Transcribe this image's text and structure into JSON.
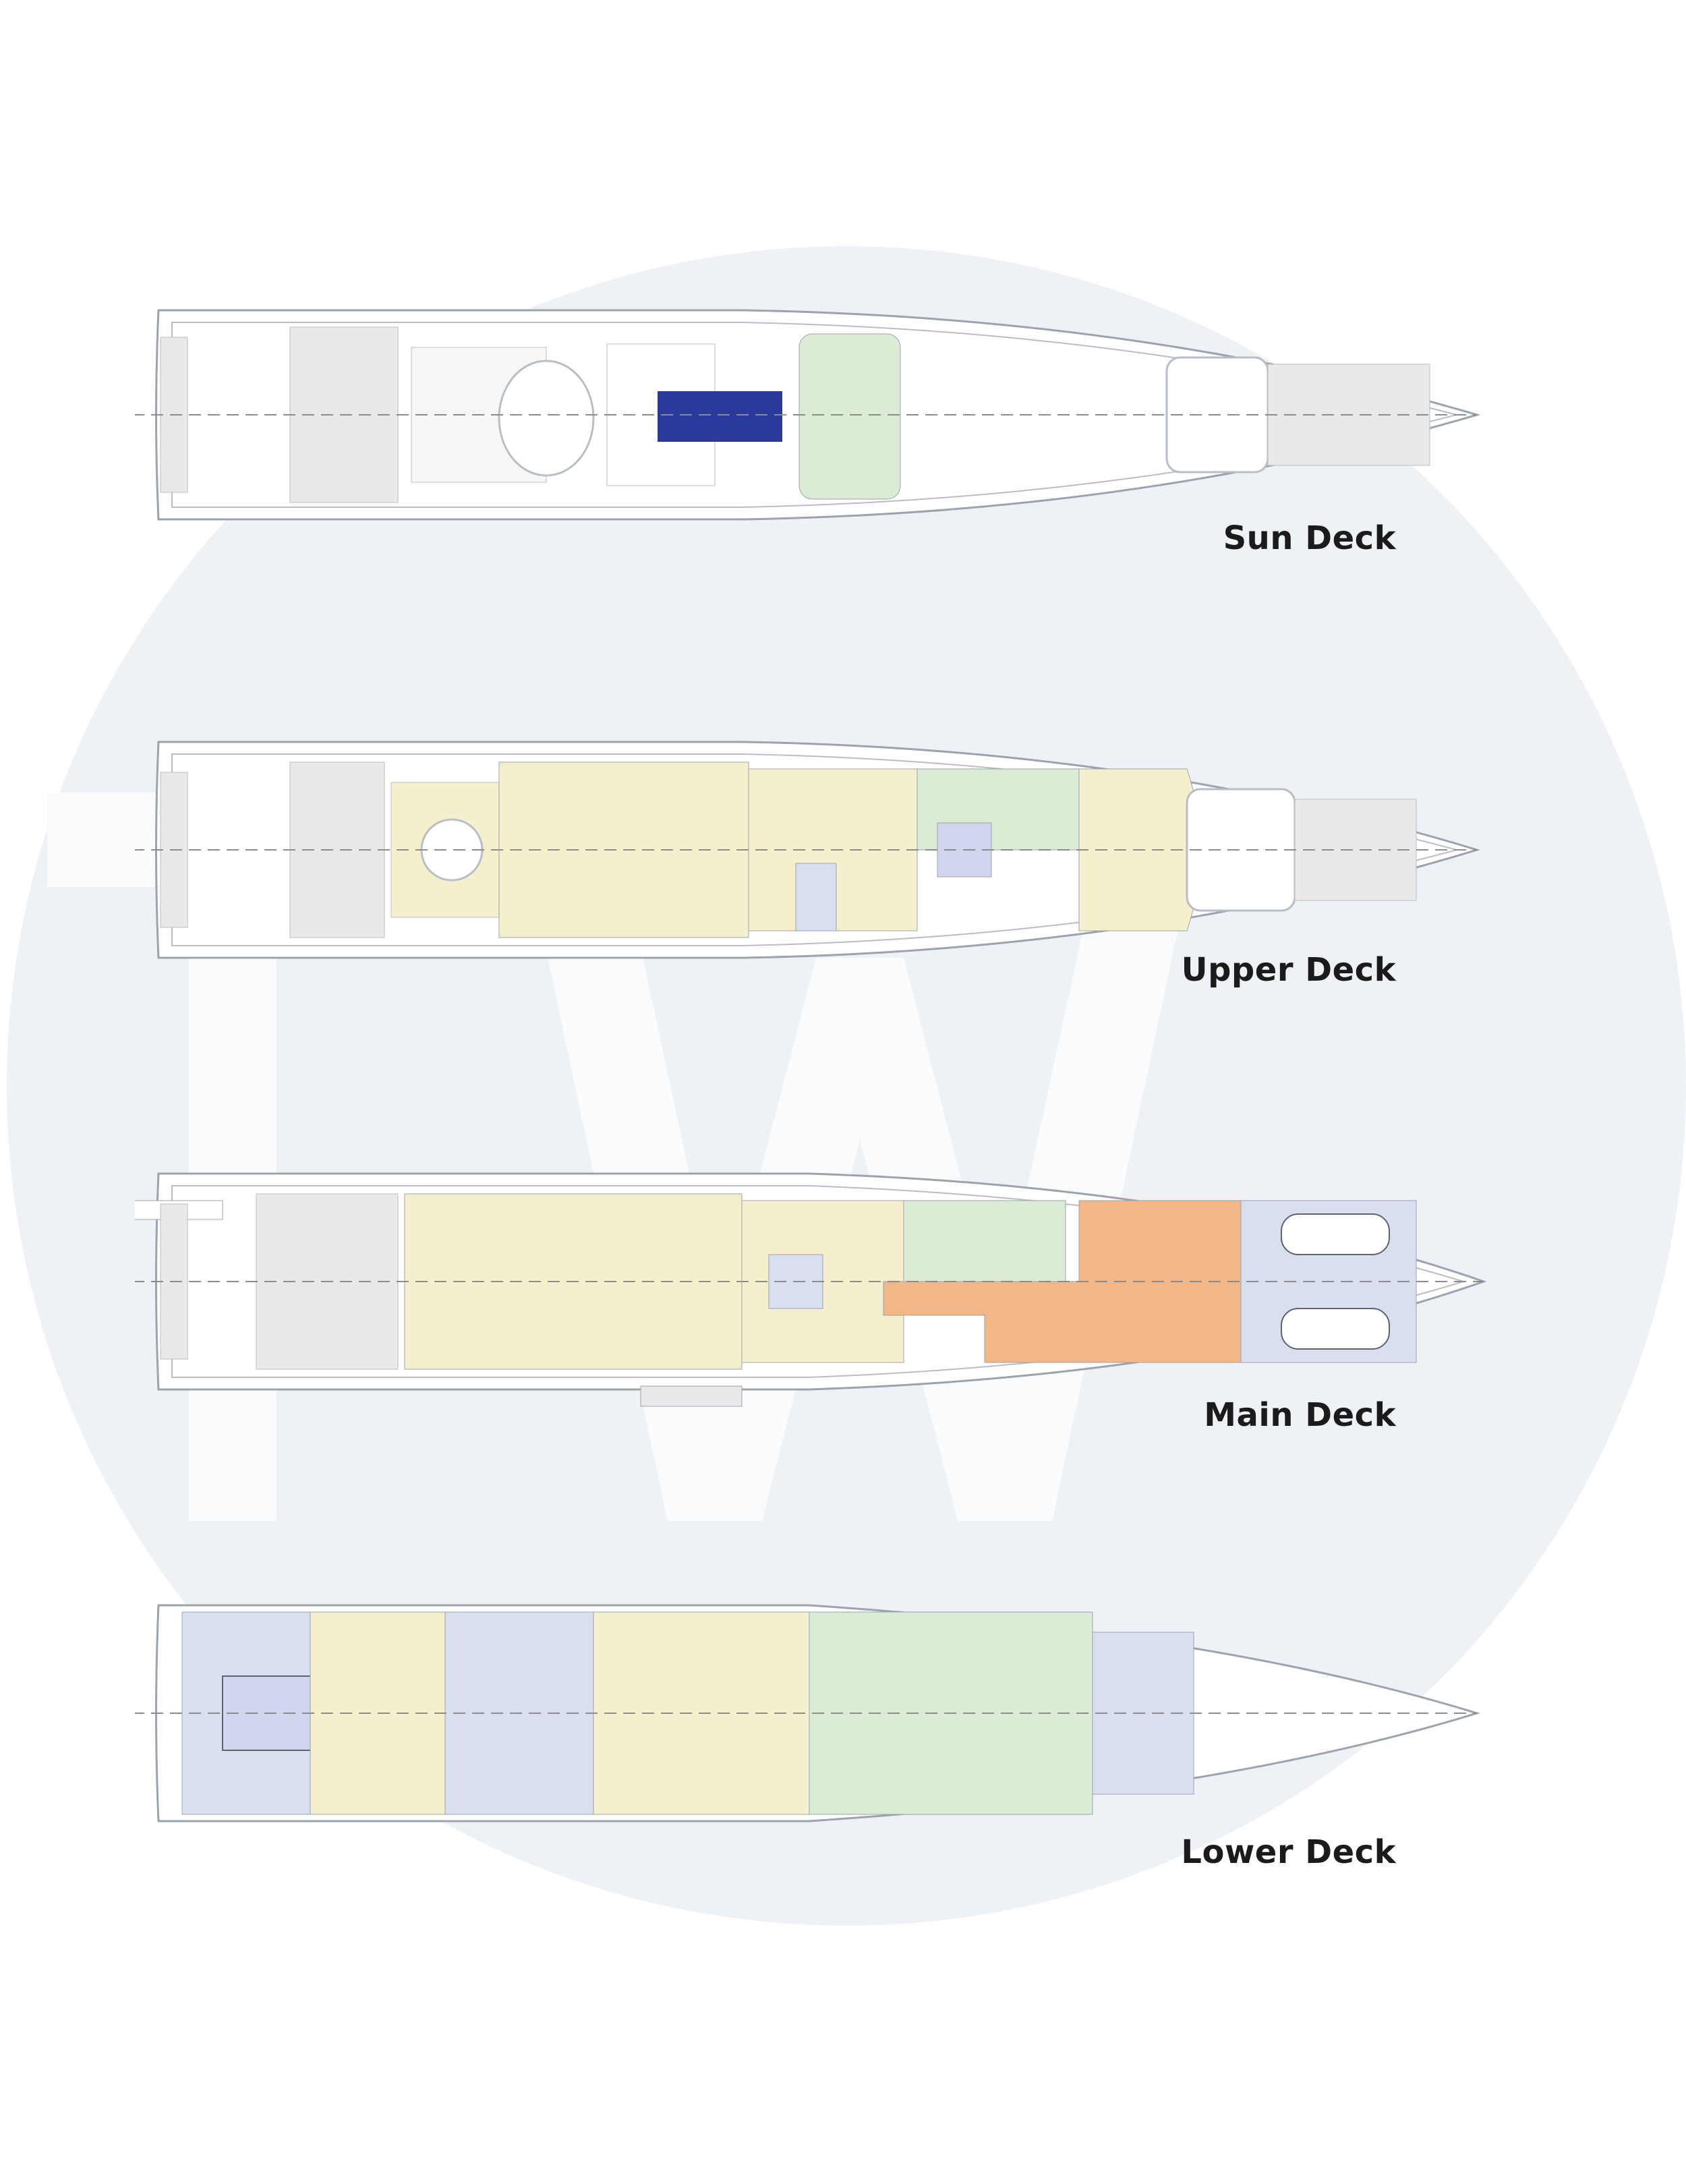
{
  "watermark": {
    "text": "TW"
  },
  "colors": {
    "background": "#ffffff",
    "watermark_circle": "#eef2f7",
    "watermark_letters": "#f9fbfd",
    "hull_line": "#9ca3ad",
    "teak_deck": "#e9e9ea",
    "guest_area": "#f4efcc",
    "owner_area": "#f3b787",
    "crew_area": "#dadff0",
    "service_area": "#dcebd6",
    "pool": "#2a3a9c",
    "centerline": "#8c8c8c"
  },
  "decks": [
    {
      "name": "Sun Deck"
    },
    {
      "name": "Upper Deck"
    },
    {
      "name": "Main Deck"
    },
    {
      "name": "Lower Deck"
    }
  ]
}
